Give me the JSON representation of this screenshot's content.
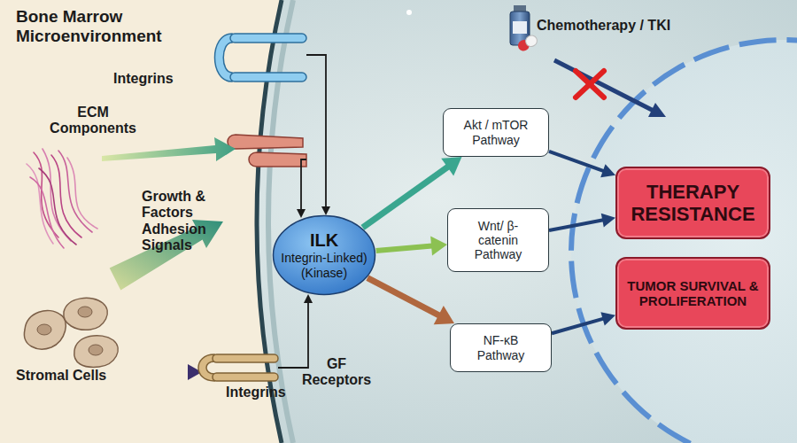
{
  "diagram": {
    "nodes": [
      {
        "text": [
          "ILK",
          "Integrin-Linked) (Kinase)"
        ]
      },
      {
        "text": [
          "Akt / mTOR Pathway"
        ]
      },
      {
        "text": [
          "Wnt/ β-catenin Pathway"
        ]
      },
      {
        "text": [
          "NF-κB Pathway"
        ]
      },
      {
        "text": [
          "THERAPY RESISTANCE"
        ]
      },
      {
        "text": [
          "TUMOR SURVIVAL & PROLIFERATION"
        ]
      }
    ],
    "edges": [
      {
        "from": 0,
        "to": 1,
        "arrow": "to"
      },
      {
        "from": 0,
        "to": 2,
        "arrow": "to"
      },
      {
        "from": 0,
        "to": 3,
        "arrow": "to"
      },
      {
        "from": 1,
        "to": 4,
        "arrow": "to"
      },
      {
        "from": 2,
        "to": 4,
        "arrow": "to"
      },
      {
        "from": 3,
        "to": 5,
        "arrow": "to"
      }
    ],
    "labels": [
      "Bone Marrow Microenvironment",
      "Integrins",
      "ECM Components",
      "Growth & Factors Adhesion Signals",
      "Stromal Cells",
      "Integrins",
      "GF Receptors",
      "Chemotherapy / TKI"
    ]
  }
}
